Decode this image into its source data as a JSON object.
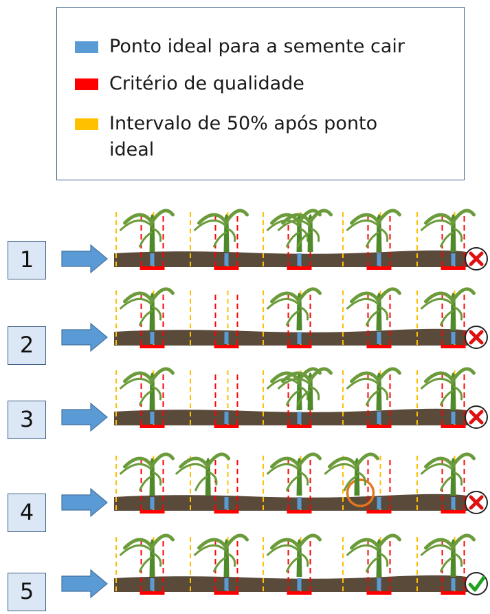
{
  "legend": {
    "items": [
      {
        "label": "Ponto ideal para a semente cair",
        "color": "#5b9bd5"
      },
      {
        "label": "Critério de qualidade",
        "color": "#ff0000"
      },
      {
        "label": "Intervalo de 50% após ponto ideal",
        "color": "#ffc000"
      }
    ]
  },
  "rows": [
    {
      "number": "1",
      "outcome": "fail",
      "plants": [
        [
          0
        ],
        [
          0
        ],
        [
          0,
          0.3
        ],
        [
          0
        ],
        [
          0
        ]
      ]
    },
    {
      "number": "2",
      "outcome": "fail",
      "plants": [
        [
          0
        ],
        [],
        [
          0
        ],
        [
          0
        ],
        [
          0
        ]
      ]
    },
    {
      "number": "3",
      "outcome": "fail",
      "plants": [
        [
          0
        ],
        [],
        [
          0,
          0.3
        ],
        [
          0
        ],
        [
          0
        ]
      ]
    },
    {
      "number": "4",
      "outcome": "fail",
      "plants": [
        [
          0
        ],
        [
          -0.5
        ],
        [
          0
        ],
        [
          -0.6
        ],
        [
          0
        ]
      ],
      "highlight_segment": 3
    },
    {
      "number": "5",
      "outcome": "pass",
      "plants": [
        [
          0
        ],
        [
          0
        ],
        [
          0
        ],
        [
          0
        ],
        [
          0
        ]
      ]
    }
  ],
  "colors": {
    "soil": "#5a4a3a",
    "plant_green": "#6b9b3a",
    "ideal_point": "#5b9bd5",
    "quality": "#ff0000",
    "interval": "#ffc000",
    "arrow": "#5b9bd5",
    "fail_mark": "#e01010",
    "pass_mark": "#22a022",
    "highlight_circle": "#e07820"
  },
  "icons": {
    "arrow": "right-arrow-icon",
    "fail": "x-circle-icon",
    "pass": "check-circle-icon",
    "plant": "corn-plant-icon"
  }
}
